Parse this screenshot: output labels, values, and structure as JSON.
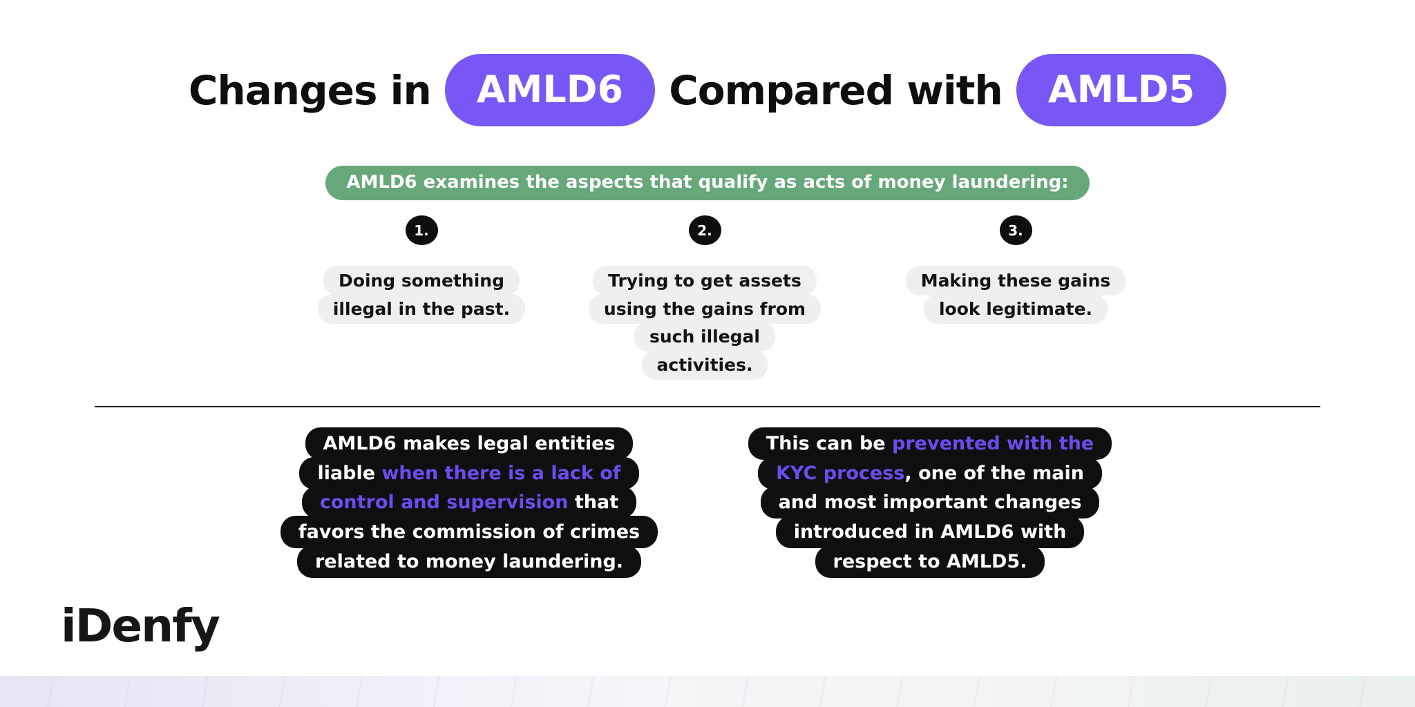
{
  "title": {
    "prefix": "Changes in",
    "badge1": "AMLD6",
    "middle": "Compared with",
    "badge2": "AMLD5"
  },
  "banner": {
    "text": "AMLD6 examines the aspects that qualify as acts of money laundering:"
  },
  "steps": [
    {
      "number": "1.",
      "text": "Doing something\nillegal in the past."
    },
    {
      "number": "2.",
      "text": "Trying to get assets\nusing the gains from\nsuch illegal\nactivities."
    },
    {
      "number": "3.",
      "text": "Making these gains\nlook legitimate."
    }
  ],
  "callouts": [
    {
      "segments": [
        {
          "text": "AMLD6 makes legal entities\nliable ",
          "highlight": false
        },
        {
          "text": "when there is a lack of\ncontrol and supervision",
          "highlight": true
        },
        {
          "text": " that\nfavors the commission of crimes\nrelated to money laundering.",
          "highlight": false
        }
      ]
    },
    {
      "segments": [
        {
          "text": "This can be ",
          "highlight": false
        },
        {
          "text": "prevented with the\nKYC process",
          "highlight": true
        },
        {
          "text": ", one of the main\nand most important changes\nintroduced in AMLD6 with\nrespect to AMLD5.",
          "highlight": false
        }
      ]
    }
  ],
  "logo": {
    "text": "iDenfy"
  },
  "colors": {
    "purple": "#7857F6",
    "purple_text": "#6C4CEE",
    "green": "#67A87B",
    "light_gray": "#EFEFEF",
    "black": "#0F0F0F"
  }
}
